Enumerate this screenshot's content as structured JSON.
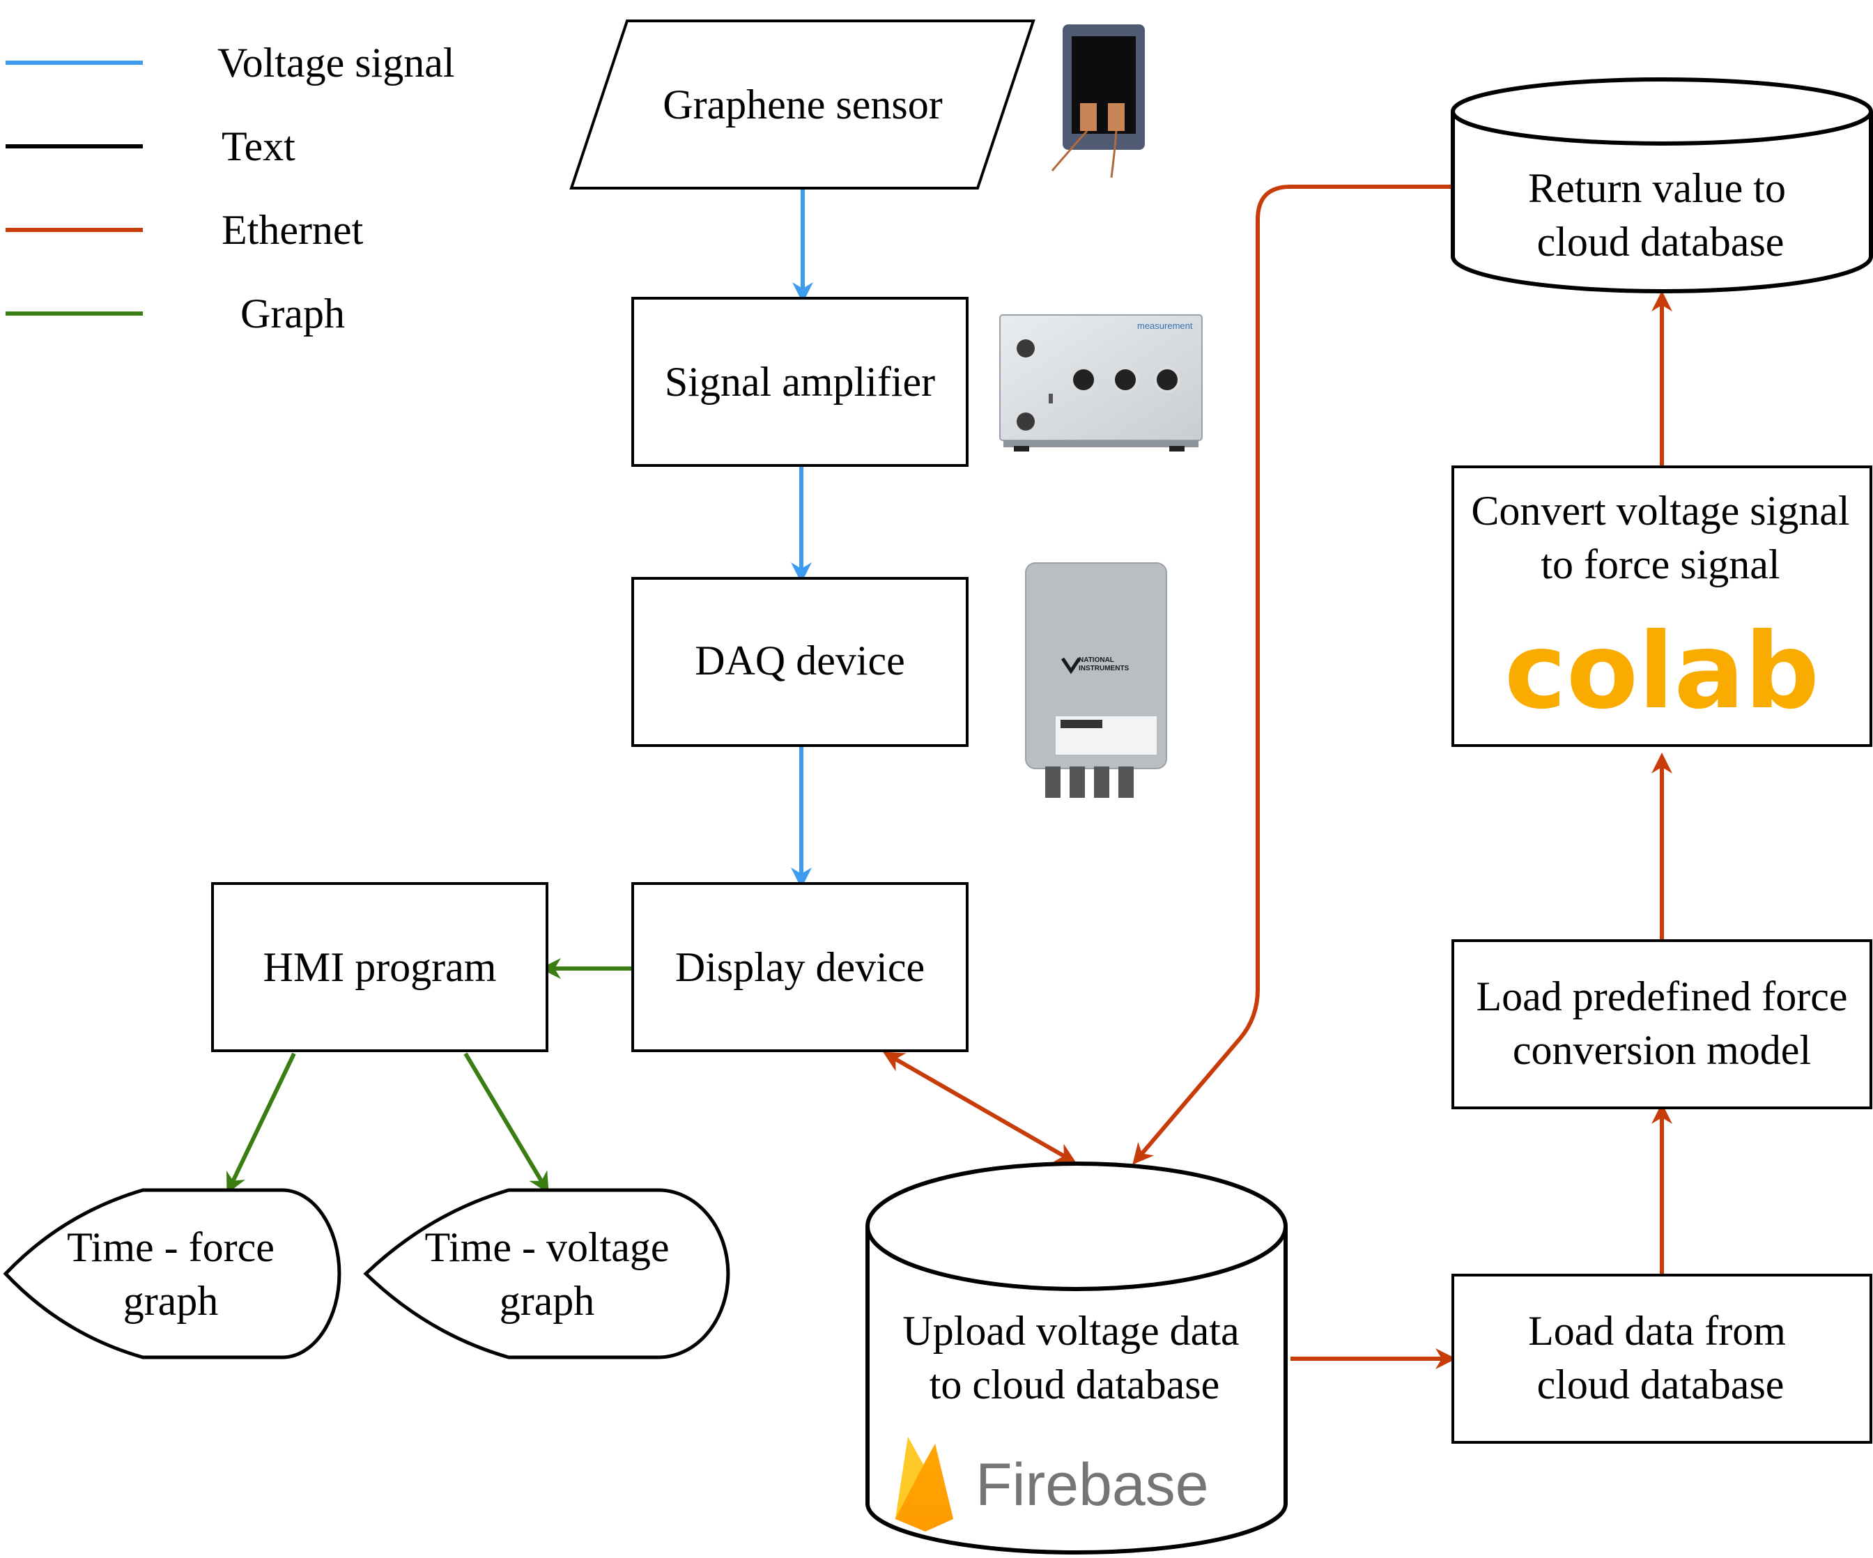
{
  "legend": [
    {
      "label": "Voltage signal",
      "color": "#3d9bf0"
    },
    {
      "label": "Text",
      "color": "#000000"
    },
    {
      "label": "Ethernet",
      "color": "#c83c0a"
    },
    {
      "label": "Graph",
      "color": "#3a7d12"
    }
  ],
  "nodes": {
    "graphene_sensor": "Graphene sensor",
    "signal_amplifier": "Signal amplifier",
    "daq_device": "DAQ device",
    "display_device": "Display device",
    "hmi_program": "HMI program",
    "time_force_graph": [
      "Time - force",
      "graph"
    ],
    "time_voltage_graph": [
      "Time - voltage",
      "graph"
    ],
    "upload_db": [
      "Upload voltage data",
      "to cloud database"
    ],
    "load_data": [
      "Load data from",
      "cloud database"
    ],
    "load_model": [
      "Load predefined force",
      "conversion model"
    ],
    "convert": [
      "Convert voltage signal",
      "to force signal"
    ],
    "return_db": [
      "Return value to",
      "cloud database"
    ]
  },
  "logos": {
    "colab": "colab",
    "firebase": "Firebase"
  },
  "device_photos": {
    "amplifier_brand": "measurement",
    "daq_brand": [
      "NATIONAL",
      "INSTRUMENTS"
    ]
  },
  "colors": {
    "voltage": "#3d9bf0",
    "ethernet": "#c83c0a",
    "graph": "#3a7d12",
    "colab_orange": "#f9ab00",
    "colab_yellow": "#ffc20e",
    "firebase_gray": "#757575"
  }
}
